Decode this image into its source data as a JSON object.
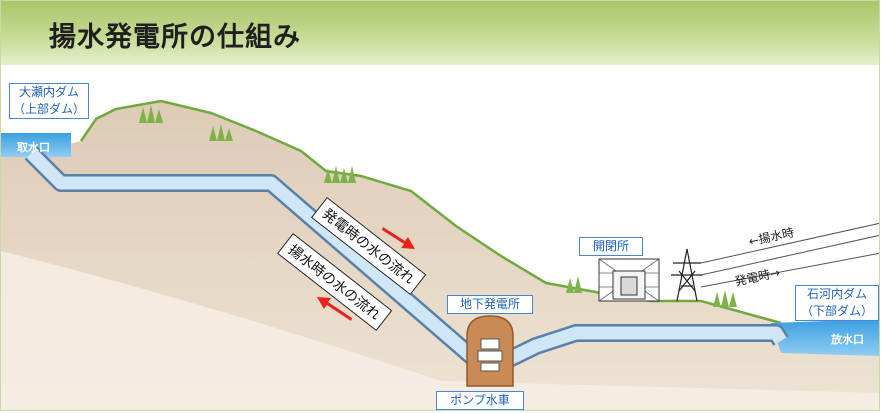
{
  "title": "揚水発電所の仕組み",
  "labels": {
    "upper_dam": "大瀬内ダム\n（上部ダム）",
    "intake": "取水口",
    "switchyard": "開閉所",
    "underground_plant": "地下発電所",
    "pump_turbine": "ポンプ水車",
    "lower_dam": "石河内ダム\n（下部ダム）",
    "outlet": "放水口"
  },
  "flows": {
    "generation": "発電時の水の流れ",
    "pumping": "揚水時の水の流れ"
  },
  "lines": {
    "pumping_direction": "←揚水時",
    "generation_direction": "発電時→"
  },
  "colors": {
    "header": "#b5cd7f",
    "ground": "#d8c6b0",
    "grass": "#7fb24a",
    "water_pipe": "#cfe6f6",
    "pipe_border": "#5a7fa8",
    "label_border": "#4a86cf",
    "arrow": "#e8231d"
  }
}
